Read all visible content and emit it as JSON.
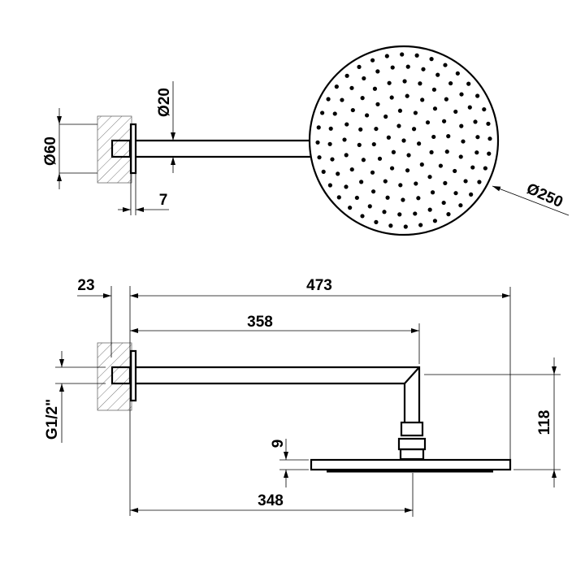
{
  "drawing": {
    "top_view": {
      "dim_flange_diameter": "Ø60",
      "dim_arm_diameter": "Ø20",
      "dim_flange_thickness": "7",
      "dim_head_diameter": "Ø250"
    },
    "side_view": {
      "dim_wall_depth": "23",
      "dim_total_length": "473",
      "dim_arm_length": "358",
      "dim_thread": "G1/2\"",
      "dim_head_thickness": "9",
      "dim_height": "118",
      "dim_head_center": "348"
    }
  }
}
